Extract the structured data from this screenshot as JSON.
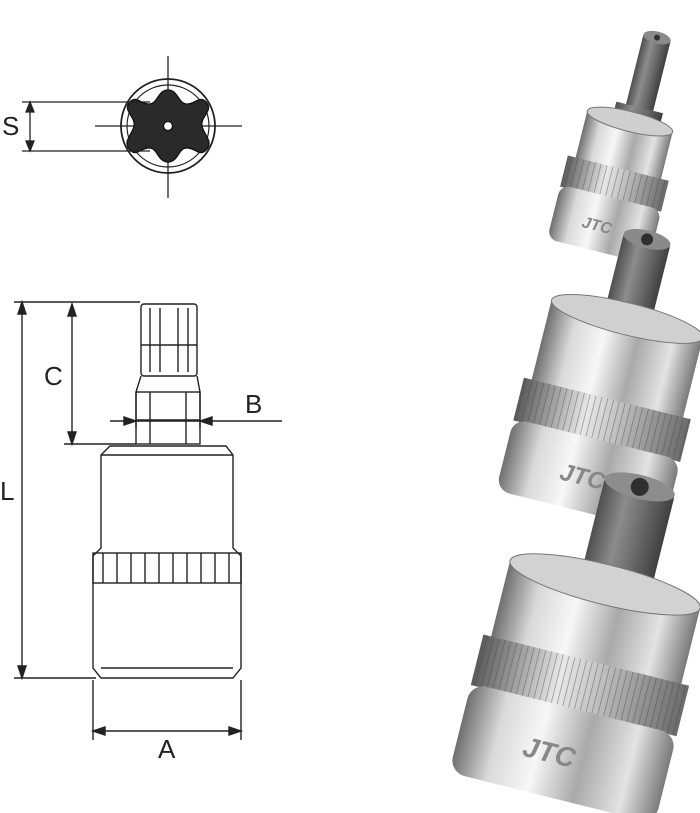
{
  "drawing": {
    "dimensions": {
      "s": "S",
      "c": "C",
      "b": "B",
      "l": "L",
      "a": "A"
    }
  },
  "photo": {
    "brand_mark": "JTC",
    "colors": {
      "chrome_dark": "#7d7d7d",
      "chrome_light": "#f3f3f3",
      "bit_gray": "#6e6e6e"
    }
  }
}
